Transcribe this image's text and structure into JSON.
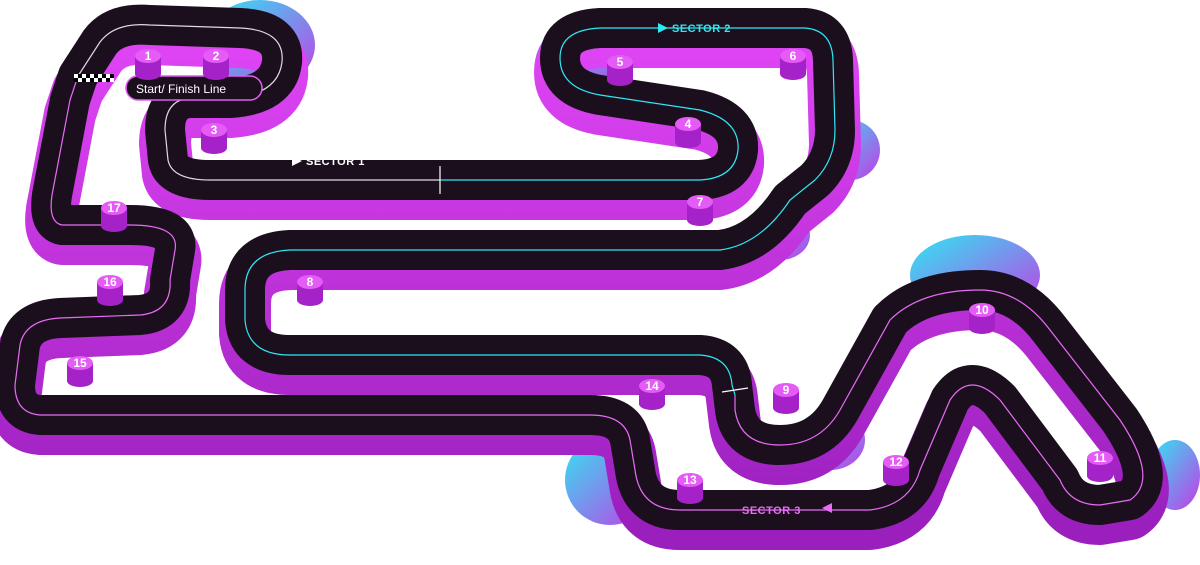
{
  "track": {
    "start_finish_label": "Start/ Finish Line",
    "sectors": [
      {
        "id": "sector-1",
        "label": "SECTOR 1"
      },
      {
        "id": "sector-2",
        "label": "SECTOR 2"
      },
      {
        "id": "sector-3",
        "label": "SECTOR 3"
      }
    ],
    "turns": [
      "1",
      "2",
      "3",
      "4",
      "5",
      "6",
      "7",
      "8",
      "9",
      "10",
      "11",
      "12",
      "13",
      "14",
      "15",
      "16",
      "17"
    ]
  },
  "colors": {
    "asphalt": "#1b0f1e",
    "wall": "#cc33e8",
    "wall_dark": "#8f1fb0",
    "accent_cyan": "#2ee8f2",
    "racing_line": "#ffffff",
    "marker_top": "#e45cf5",
    "marker_side": "#a522c8"
  }
}
